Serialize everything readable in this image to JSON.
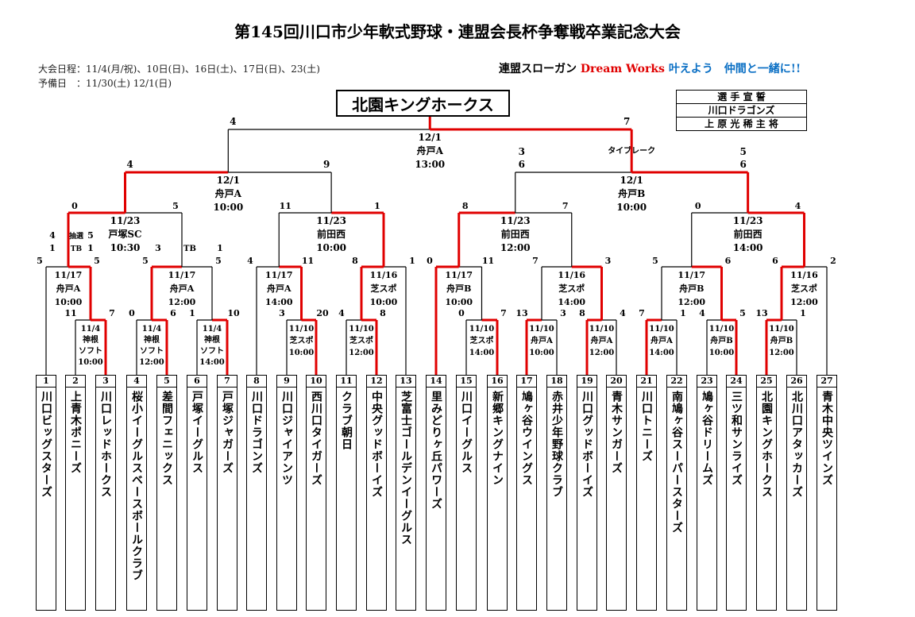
{
  "title": "第145回川口市少年軟式野球・連盟会長杯争奪戦卒業記念大会",
  "schedule": {
    "dates": "大会日程：11/4(月/祝)、10日(日)、16日(土)、17日(日)、23(土)",
    "reserve": "予備日　：11/30(土) 12/1(日)"
  },
  "slogan": {
    "prefix": "連盟スローガン",
    "dream": "Dream Works",
    "rest": "叶えよう　仲間と一緒に!!"
  },
  "champion": "北園キングホークス",
  "pledge": [
    "選 手 宣 誓",
    "川口ドラゴンズ",
    "上 原 光 稀 主 将"
  ],
  "colors": {
    "winner_line": "#e00000",
    "loser_line": "#000000",
    "slogan_red": "#e00000",
    "slogan_blue": "#0a6fc4"
  },
  "teams": [
    {
      "num": "1",
      "name": "川口ビッグスターズ"
    },
    {
      "num": "2",
      "name": "上青木ポニーズ"
    },
    {
      "num": "3",
      "name": "川口レッドホークス"
    },
    {
      "num": "4",
      "name": "桜小イーグルスベースボールクラブ"
    },
    {
      "num": "5",
      "name": "差間フェニックス"
    },
    {
      "num": "6",
      "name": "戸塚イーグルス"
    },
    {
      "num": "7",
      "name": "戸塚ジャガーズ"
    },
    {
      "num": "8",
      "name": "川口ドラゴンズ"
    },
    {
      "num": "9",
      "name": "川口ジャイアンツ"
    },
    {
      "num": "10",
      "name": "西川口タイガーズ"
    },
    {
      "num": "11",
      "name": "クラブ朝日"
    },
    {
      "num": "12",
      "name": "中央グッドボーイズ"
    },
    {
      "num": "13",
      "name": "芝富士ゴールデンイーグルス"
    },
    {
      "num": "14",
      "name": "里みどりヶ丘パワーズ"
    },
    {
      "num": "15",
      "name": "川口イーグルス"
    },
    {
      "num": "16",
      "name": "新郷キングナイン"
    },
    {
      "num": "17",
      "name": "鳩ヶ谷ウイングス"
    },
    {
      "num": "18",
      "name": "赤井少年野球クラブ"
    },
    {
      "num": "19",
      "name": "川口グッドボーイズ"
    },
    {
      "num": "20",
      "name": "青木サンガーズ"
    },
    {
      "num": "21",
      "name": "川口トニーズ"
    },
    {
      "num": "22",
      "name": "南鳩ヶ谷スーパースターズ"
    },
    {
      "num": "23",
      "name": "鳩ヶ谷ドリームズ"
    },
    {
      "num": "24",
      "name": "三ツ和サンライズ"
    },
    {
      "num": "25",
      "name": "北園キングホークス"
    },
    {
      "num": "26",
      "name": "北川口アタッカーズ"
    },
    {
      "num": "27",
      "name": "青木中央ツインズ"
    }
  ],
  "r1": [
    {
      "sl": "11",
      "sr": "7",
      "info": [
        "11/4",
        "神根",
        "ソフト",
        "10:00"
      ]
    },
    {
      "sl": "0",
      "sr": "6",
      "info": [
        "11/4",
        "神根",
        "ソフト",
        "12:00"
      ]
    },
    {
      "sl": "1",
      "sr": "10",
      "info": [
        "11/4",
        "神根",
        "ソフト",
        "14:00"
      ]
    },
    {
      "sl": "3",
      "sr": "20",
      "info": [
        "11/10",
        "芝スポ",
        "10:00"
      ]
    },
    {
      "sl": "4",
      "sr": "8",
      "info": [
        "11/10",
        "芝スポ",
        "12:00"
      ]
    },
    {
      "sl": "0",
      "sr": "7",
      "info": [
        "11/10",
        "芝スポ",
        "14:00"
      ]
    },
    {
      "sl": "13",
      "sr": "3",
      "info": [
        "11/10",
        "舟戸A",
        "10:00"
      ]
    },
    {
      "sl": "8",
      "sr": "4",
      "info": [
        "11/10",
        "舟戸A",
        "12:00"
      ]
    },
    {
      "sl": "7",
      "sr": "1",
      "info": [
        "11/10",
        "舟戸A",
        "14:00"
      ]
    },
    {
      "sl": "4",
      "sr": "5",
      "info": [
        "11/10",
        "舟戸B",
        "10:00"
      ]
    },
    {
      "sl": "13",
      "sr": "1",
      "info": [
        "11/10",
        "舟戸B",
        "12:00"
      ]
    }
  ],
  "r2": [
    {
      "sl": "5",
      "sr": "5",
      "info": [
        "11/17",
        "舟戸A",
        "10:00"
      ]
    },
    {
      "sl": "5",
      "sr": "5",
      "info": [
        "11/17",
        "舟戸A",
        "12:00"
      ]
    },
    {
      "sl": "4",
      "sr": "11",
      "info": [
        "11/17",
        "舟戸A",
        "14:00"
      ]
    },
    {
      "sl": "8",
      "sr": "1",
      "info": [
        "11/16",
        "芝スポ",
        "10:00"
      ]
    },
    {
      "sl": "0",
      "sr": "11",
      "info": [
        "11/17",
        "舟戸B",
        "10:00"
      ]
    },
    {
      "sl": "7",
      "sr": "3",
      "info": [
        "11/16",
        "芝スポ",
        "14:00"
      ]
    },
    {
      "sl": "5",
      "sr": "6",
      "info": [
        "11/17",
        "舟戸B",
        "12:00"
      ]
    },
    {
      "sl": "6",
      "sr": "2",
      "info": [
        "11/16",
        "芝スポ",
        "12:00"
      ]
    }
  ],
  "lottery": {
    "left": [
      "4",
      "1"
    ],
    "right": [
      "5",
      "1"
    ],
    "label": [
      "抽選",
      "TB"
    ],
    "left2": "3",
    "right2": "1",
    "tb2": "TB"
  },
  "r3": [
    {
      "sl": "0",
      "sr": "5",
      "info": [
        "11/23",
        "戸塚SC",
        "10:30"
      ]
    },
    {
      "sl": "11",
      "sr": "1",
      "info": [
        "11/23",
        "前田西",
        "10:00"
      ]
    },
    {
      "sl": "8",
      "sr": "7",
      "info": [
        "11/23",
        "前田西",
        "12:00"
      ]
    },
    {
      "sl": "0",
      "sr": "4",
      "info": [
        "11/23",
        "前田西",
        "14:00"
      ]
    }
  ],
  "sf": [
    {
      "sl": "4",
      "sr": "9",
      "info": [
        "12/1",
        "舟戸A",
        "10:00"
      ]
    },
    {
      "sl": "3",
      "sl2": "6",
      "sr": "5",
      "sr2": "6",
      "info": [
        "12/1",
        "舟戸B",
        "10:00"
      ],
      "note": "タイブレーク"
    }
  ],
  "final": {
    "sl": "4",
    "sr": "7",
    "info": [
      "12/1",
      "舟戸A",
      "13:00"
    ]
  }
}
